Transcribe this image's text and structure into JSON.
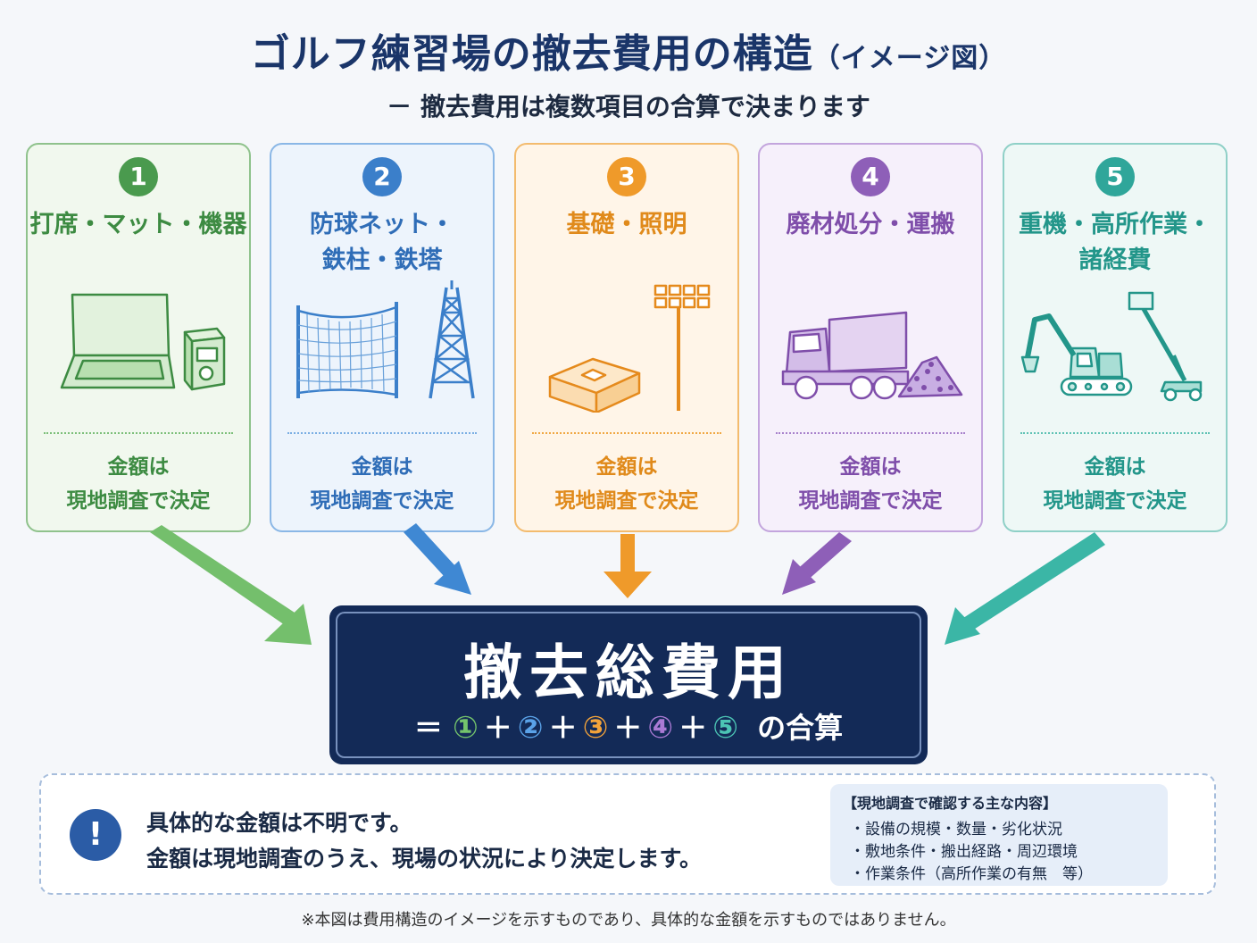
{
  "title": "ゴルフ練習場の撤去費用の構造",
  "title_note": "（イメージ図）",
  "subtitle": "－ 撤去費用は複数項目の合算で決まります",
  "colors": {
    "green": "#4a9a4e",
    "blue": "#3b7fca",
    "orange": "#ef9a2a",
    "purple": "#8e5fb8",
    "teal": "#2fa69a",
    "navy": "#132a57"
  },
  "cards": [
    {
      "num": "1",
      "line1": "打席・マット・機器",
      "line2": "",
      "amount1": "金額は",
      "amount2": "現地調査で決定",
      "icon": "driving-range-mat-and-ball-dispenser-icon"
    },
    {
      "num": "2",
      "line1": "防球ネット・",
      "line2": "鉄柱・鉄塔",
      "amount1": "金額は",
      "amount2": "現地調査で決定",
      "icon": "net-and-steel-tower-icon"
    },
    {
      "num": "3",
      "line1": "基礎・照明",
      "line2": "",
      "amount1": "金額は",
      "amount2": "現地調査で決定",
      "icon": "foundation-and-light-pole-icon"
    },
    {
      "num": "4",
      "line1": "廃材処分・運搬",
      "line2": "",
      "amount1": "金額は",
      "amount2": "現地調査で決定",
      "icon": "dump-truck-and-debris-icon"
    },
    {
      "num": "5",
      "line1": "重機・高所作業・",
      "line2": "諸経費",
      "amount1": "金額は",
      "amount2": "現地調査で決定",
      "icon": "excavator-and-aerial-lift-icon"
    }
  ],
  "total": {
    "label": "撤去総費用",
    "eq": "＝",
    "plus": "＋",
    "circ": [
      "①",
      "②",
      "③",
      "④",
      "⑤"
    ],
    "suffix": "の合算"
  },
  "note": {
    "icon": "!",
    "line1": "具体的な金額は不明です。",
    "line2": "金額は現地調査のうえ、現場の状況により決定します。",
    "box_title": "【現地調査で確認する主な内容】",
    "items": [
      "・設備の規模・数量・劣化状況",
      "・敷地条件・搬出経路・周辺環境",
      "・作業条件（高所作業の有無　等）"
    ]
  },
  "footer": "※本図は費用構造のイメージを示すものであり、具体的な金額を示すものではありません。"
}
